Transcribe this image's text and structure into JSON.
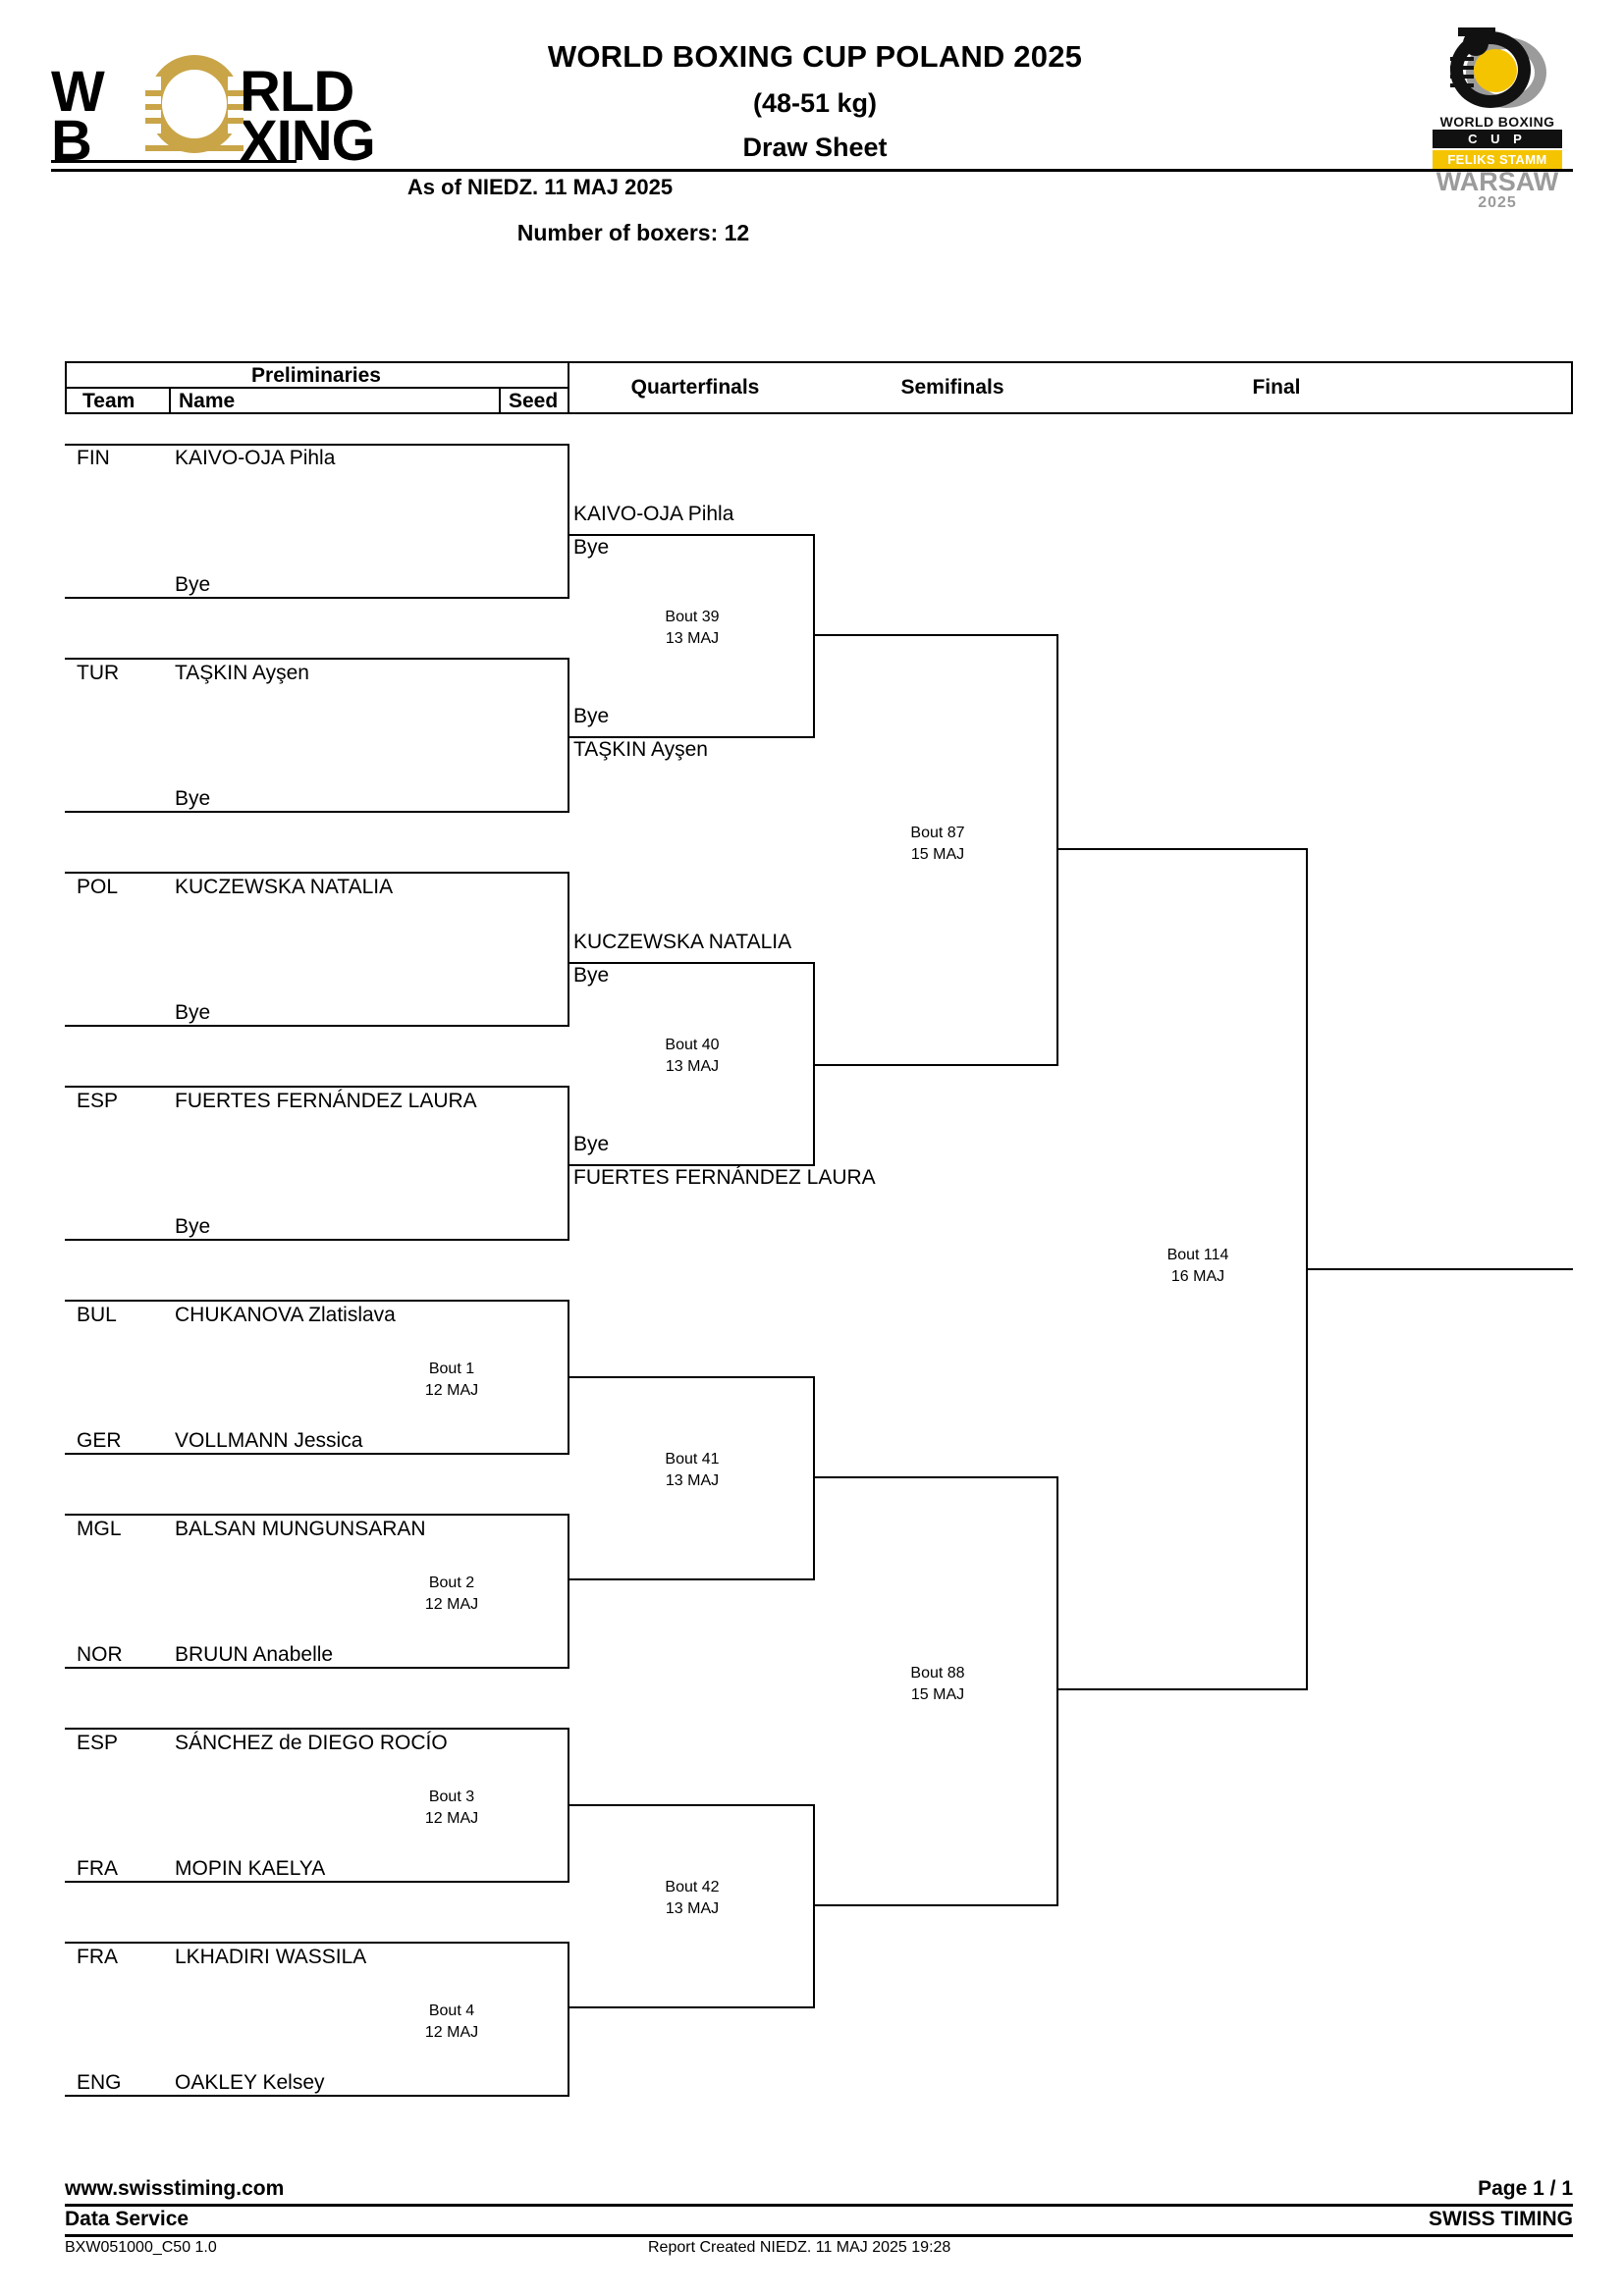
{
  "header": {
    "title": "WORLD BOXING CUP POLAND 2025",
    "weight": "(48-51 kg)",
    "sheet": "Draw Sheet",
    "as_of": "As of NIEDZ. 11 MAJ 2025",
    "boxer_count": "Number of boxers: 12",
    "left_logo": {
      "word1": "W",
      "word1b": "RLD",
      "word2": "B",
      "word2b": "XING",
      "gold": "#c9a548"
    },
    "right_logo": {
      "world_boxing": "WORLD BOXING",
      "cup": "C U P",
      "feliks_stamm": "FELIKS STAMM",
      "warsaw": "WARSAW",
      "year": "2025",
      "yellow": "#f5c400",
      "grey": "#9b9b9b"
    }
  },
  "columns": {
    "preliminaries": "Preliminaries",
    "team": "Team",
    "name": "Name",
    "seed": "Seed",
    "quarterfinals": "Quarterfinals",
    "semifinals": "Semifinals",
    "final": "Final"
  },
  "preliminaries": [
    {
      "team": "FIN",
      "name": "KAIVO-OJA Pihla",
      "seed": ""
    },
    {
      "team": "",
      "name": "Bye",
      "seed": ""
    },
    {
      "team": "TUR",
      "name": "TAŞKIN Ayşen",
      "seed": ""
    },
    {
      "team": "",
      "name": "Bye",
      "seed": ""
    },
    {
      "team": "POL",
      "name": "KUCZEWSKA NATALIA",
      "seed": ""
    },
    {
      "team": "",
      "name": "Bye",
      "seed": ""
    },
    {
      "team": "ESP",
      "name": "FUERTES FERNÁNDEZ LAURA",
      "seed": ""
    },
    {
      "team": "",
      "name": "Bye",
      "seed": ""
    },
    {
      "team": "BUL",
      "name": "CHUKANOVA Zlatislava",
      "seed": ""
    },
    {
      "team": "GER",
      "name": "VOLLMANN Jessica",
      "seed": ""
    },
    {
      "team": "MGL",
      "name": "BALSAN MUNGUNSARAN",
      "seed": ""
    },
    {
      "team": "NOR",
      "name": "BRUUN Anabelle",
      "seed": ""
    },
    {
      "team": "ESP",
      "name": "SÁNCHEZ de DIEGO ROCÍO",
      "seed": ""
    },
    {
      "team": "FRA",
      "name": "MOPIN KAELYA",
      "seed": ""
    },
    {
      "team": "FRA",
      "name": "LKHADIRI WASSILA",
      "seed": ""
    },
    {
      "team": "ENG",
      "name": "OAKLEY Kelsey",
      "seed": ""
    }
  ],
  "prelim_bouts": [
    {
      "bout": "Bout 1",
      "date": "12 MAJ"
    },
    {
      "bout": "Bout 2",
      "date": "12 MAJ"
    },
    {
      "bout": "Bout 3",
      "date": "12 MAJ"
    },
    {
      "bout": "Bout 4",
      "date": "12 MAJ"
    }
  ],
  "quarterfinals": {
    "slots": [
      "KAIVO-OJA Pihla",
      "Bye",
      "Bye",
      "TAŞKIN Ayşen",
      "KUCZEWSKA NATALIA",
      "Bye",
      "Bye",
      "FUERTES FERNÁNDEZ LAURA"
    ],
    "bouts": [
      {
        "bout": "Bout 39",
        "date": "13 MAJ"
      },
      {
        "bout": "Bout 40",
        "date": "13 MAJ"
      },
      {
        "bout": "Bout 41",
        "date": "13 MAJ"
      },
      {
        "bout": "Bout 42",
        "date": "13 MAJ"
      }
    ]
  },
  "semifinals": {
    "bouts": [
      {
        "bout": "Bout 87",
        "date": "15 MAJ"
      },
      {
        "bout": "Bout 88",
        "date": "15 MAJ"
      }
    ]
  },
  "final": {
    "bout": {
      "bout": "Bout 114",
      "date": "16 MAJ"
    }
  },
  "footer": {
    "website": "www.swisstiming.com",
    "page": "Page 1 / 1",
    "data_service": "Data Service",
    "company": "SWISS TIMING",
    "doc_code": "BXW051000_C50 1.0",
    "report_created": "Report Created  NIEDZ. 11 MAJ 2025 19:28"
  }
}
